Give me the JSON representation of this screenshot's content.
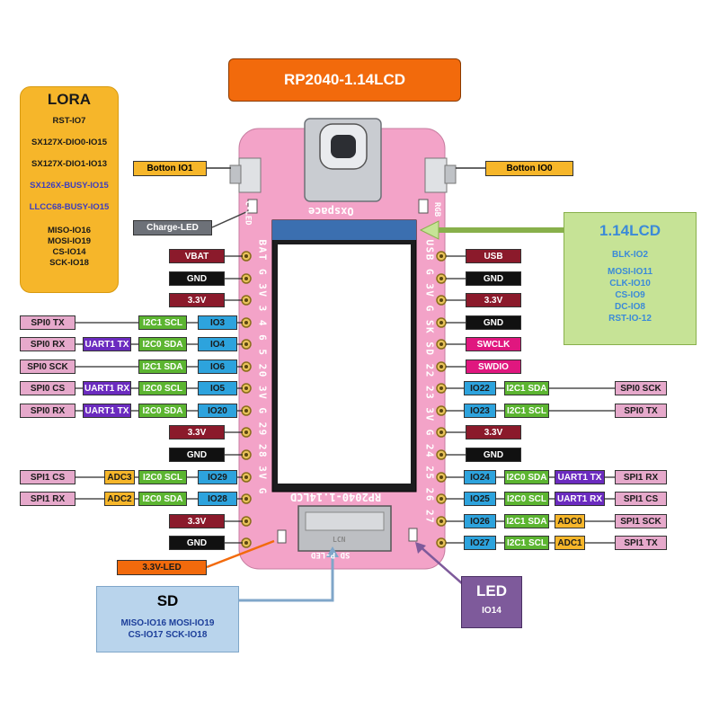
{
  "title": "RP2040-1.14LCD",
  "lora": {
    "title": "LORA",
    "lines": [
      {
        "text": "RST-IO7",
        "color": "#1a1a1a"
      },
      {
        "text": "SX127X-DIO0-IO15",
        "color": "#1a1a1a"
      },
      {
        "text": "SX127X-DIO1-IO13",
        "color": "#1a1a1a"
      },
      {
        "text": "SX126X-BUSY-IO15",
        "color": "#3d3dbf"
      },
      {
        "text": "LLCC68-BUSY-IO15",
        "color": "#3d3dbf"
      },
      {
        "text": "MISO-IO16",
        "color": "#1a1a1a"
      },
      {
        "text": "MOSI-IO19",
        "color": "#1a1a1a"
      },
      {
        "text": "CS-IO14",
        "color": "#1a1a1a"
      },
      {
        "text": "SCK-IO18",
        "color": "#1a1a1a"
      }
    ]
  },
  "buttons": {
    "left": "Botton IO1",
    "right": "Botton IO0"
  },
  "charge_led": "Charge-LED",
  "lcd": {
    "title": "1.14LCD",
    "lines": [
      "BLK-IO2",
      "",
      "MOSI-IO11",
      "CLK-IO10",
      "CS-IO9",
      "DC-IO8",
      "RST-IO-12"
    ]
  },
  "sd": {
    "title": "SD",
    "lines": [
      "MISO-IO16 MOSI-IO19",
      "CS-IO17 SCK-IO18"
    ]
  },
  "led": {
    "title": "LED",
    "line": "IO14"
  },
  "led33": "3.3V-LED",
  "board_text": {
    "top": "Oxspace",
    "cled": "C-LED",
    "rgb": "RGB",
    "bottom": "RP2040-1.14LCD",
    "bottom2": "SD  P-LED",
    "left_pins": "BAT G 3V 3 4 6 5 20 3V G 29 28 3V G",
    "right_pins": "USB G 3V G SK SD 22 23 3V G 24 25 26 27",
    "slot": "LCN"
  },
  "colors": {
    "power": "#8b1a2b",
    "gnd": "#111111",
    "io": "#2da3dd",
    "i2c": "#5cb531",
    "uart": "#6b2bbf",
    "spi": "#e6a9cb",
    "adc": "#f6b62a",
    "swd": "#e0177f",
    "board": "#f3a3c8"
  },
  "left_rows": [
    {
      "type": "power",
      "label": "VBAT"
    },
    {
      "type": "gnd",
      "label": "GND"
    },
    {
      "type": "power",
      "label": "3.3V"
    },
    {
      "type": "io",
      "label": "IO3",
      "i2c": "I2C1 SCL",
      "spi": "SPI0 TX"
    },
    {
      "type": "io",
      "label": "IO4",
      "i2c": "I2C0 SDA",
      "uart": "UART1 TX",
      "spi": "SPI0 RX"
    },
    {
      "type": "io",
      "label": "IO6",
      "i2c": "I2C1 SDA",
      "spi": "SPI0 SCK"
    },
    {
      "type": "io",
      "label": "IO5",
      "i2c": "I2C0 SCL",
      "uart": "UART1 RX",
      "spi": "SPI0 CS"
    },
    {
      "type": "io",
      "label": "IO20",
      "i2c": "I2C0 SDA",
      "uart": "UART1 TX",
      "spi": "SPI0 RX"
    },
    {
      "type": "power",
      "label": "3.3V"
    },
    {
      "type": "gnd",
      "label": "GND"
    },
    {
      "type": "io",
      "label": "IO29",
      "i2c": "I2C0 SCL",
      "adc": "ADC3",
      "spi": "SPI1 CS"
    },
    {
      "type": "io",
      "label": "IO28",
      "i2c": "I2C0 SDA",
      "adc": "ADC2",
      "spi": "SPI1 RX"
    },
    {
      "type": "power",
      "label": "3.3V"
    },
    {
      "type": "gnd",
      "label": "GND"
    }
  ],
  "right_rows": [
    {
      "type": "power",
      "label": "USB"
    },
    {
      "type": "gnd",
      "label": "GND"
    },
    {
      "type": "power",
      "label": "3.3V"
    },
    {
      "type": "gnd",
      "label": "GND"
    },
    {
      "type": "swd",
      "label": "SWCLK"
    },
    {
      "type": "swd",
      "label": "SWDIO"
    },
    {
      "type": "io",
      "label": "IO22",
      "i2c": "I2C1 SDA",
      "spi": "SPI0 SCK"
    },
    {
      "type": "io",
      "label": "IO23",
      "i2c": "I2C1 SCL",
      "spi": "SPI0 TX"
    },
    {
      "type": "power",
      "label": "3.3V"
    },
    {
      "type": "gnd",
      "label": "GND"
    },
    {
      "type": "io",
      "label": "IO24",
      "i2c": "I2C0 SDA",
      "uart": "UART1 TX",
      "spi": "SPI1 RX"
    },
    {
      "type": "io",
      "label": "IO25",
      "i2c": "I2C0 SCL",
      "uart": "UART1 RX",
      "spi": "SPI1 CS"
    },
    {
      "type": "io",
      "label": "IO26",
      "i2c": "I2C1 SDA",
      "adc": "ADC0",
      "spi": "SPI1 SCK"
    },
    {
      "type": "io",
      "label": "IO27",
      "i2c": "I2C1 SCL",
      "adc": "ADC1",
      "spi": "SPI1 TX"
    }
  ]
}
